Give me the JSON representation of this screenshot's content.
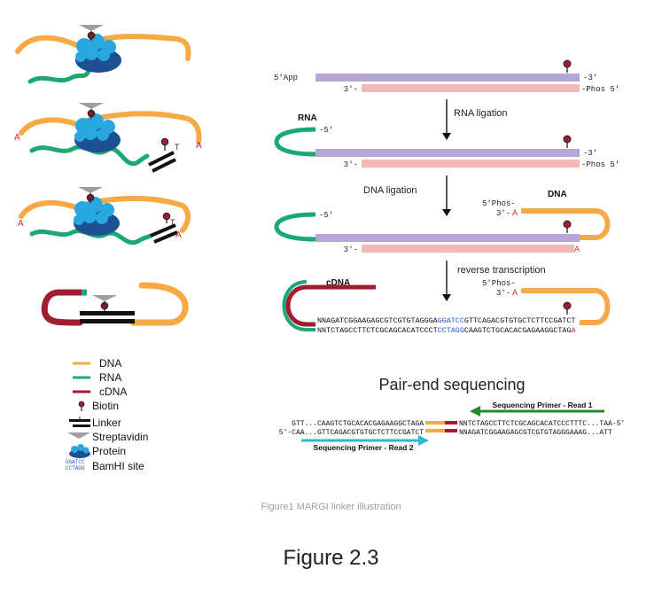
{
  "colors": {
    "dna": "#f7a945",
    "rna": "#1aa874",
    "cdna": "#a11c31",
    "linker_strand_top": "#b4a7d6",
    "linker_strand_bottom": "#f4b8b8",
    "protein_light": "#29a8df",
    "protein_dark": "#1d4f91",
    "streptavidin": "#9e9e9e",
    "bamhi": "#2a5bd7",
    "primer_read1": "#1f8a2e",
    "primer_read2": "#2fb7d1"
  },
  "legend": {
    "items": [
      {
        "label": "DNA",
        "icon": "dna-line-icon"
      },
      {
        "label": "RNA",
        "icon": "rna-line-icon"
      },
      {
        "label": "cDNA",
        "icon": "cdna-line-icon"
      },
      {
        "label": "Biotin",
        "icon": "biotin-icon"
      },
      {
        "label": "Linker",
        "icon": "linker-icon"
      },
      {
        "label": "Streptavidin",
        "icon": "streptavidin-icon"
      },
      {
        "label": "Protein",
        "icon": "protein-icon"
      },
      {
        "label": "BamHI site",
        "icon": "bamhi-site-icon"
      }
    ],
    "bamhi_glyph_top": "GGATCC",
    "bamhi_glyph_bottom": "CCTAGG"
  },
  "left_panels": {
    "adenine_label": "A",
    "thymine_label": "T"
  },
  "workflow": {
    "labels": {
      "five_app": "5'App",
      "three_prime_right": "-3'",
      "three_prime_left": "3'-",
      "phos_five": "-Phos 5'",
      "rna": "RNA",
      "five_prime_right": "-5'",
      "dna": "DNA",
      "five_phos": "5'Phos-",
      "three_a_prefix": "3'-",
      "a_base": "A",
      "cdna": "cDNA"
    },
    "steps": [
      {
        "label": "RNA ligation"
      },
      {
        "label": "DNA ligation"
      },
      {
        "label": "reverse transcription"
      }
    ],
    "sequence": {
      "top_prefix": "NNAGATCGGAAGAGCGTCGTGTAGGGA",
      "top_site": "GGATCC",
      "top_suffix": "GTTCAGACGTGTGCTCTTCCGATCT",
      "bottom_prefix": "NNTCTAGCCTTCTCGCAGCACATCCCT",
      "bottom_site": "CCTAGG",
      "bottom_suffix": "CAAGTCTGCACACGAGAAGGCTAG",
      "bottom_end": "A"
    }
  },
  "pair_end": {
    "title": "Pair-end sequencing",
    "left_top": "GTT...CAAGTCTGCACACGAGAAGGCTAGA",
    "left_bottom": "5'-CAA...GTTCAGACGTGTGCTCTTCCGATCT",
    "right_top": "NNTCTAGCCTTCTCGCAGCACATCCCTTTC...TAA-5'",
    "right_bottom": "NNAGATCGGAAGAGCGTCGTGTAGGGAAAG...ATT",
    "primer_read1": "Sequencing Primer - Read 1",
    "primer_read2": "Sequencing Primer - Read 2"
  },
  "caption": "Figure1 MARGI linker illustration",
  "figure_number": "Figure 2.3"
}
